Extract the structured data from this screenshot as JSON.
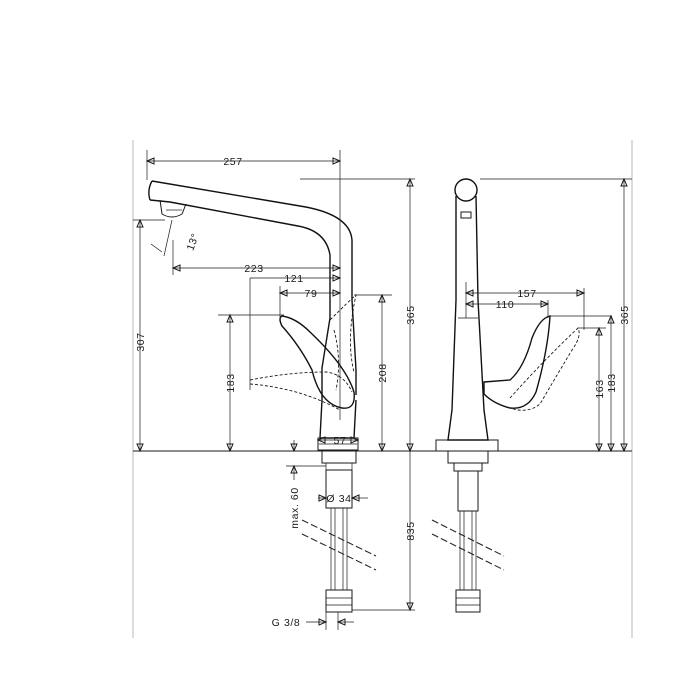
{
  "dimensions": {
    "spout_reach": "257",
    "spout_angle": "13°",
    "outlet_to_axis": "223",
    "lever_reach_a": "121",
    "lever_reach_b": "79",
    "outlet_height": "307",
    "lever_height_front": "183",
    "handle_height": "208",
    "body_height_front": "365",
    "base_diameter": "57",
    "hole_diameter": "Ø 34",
    "max_thickness": "max. 60",
    "hose_length": "835",
    "thread": "G 3/8",
    "side_reach_a": "157",
    "side_reach_b": "110",
    "side_height_a": "163",
    "side_height_b": "183",
    "body_height_side": "365"
  }
}
